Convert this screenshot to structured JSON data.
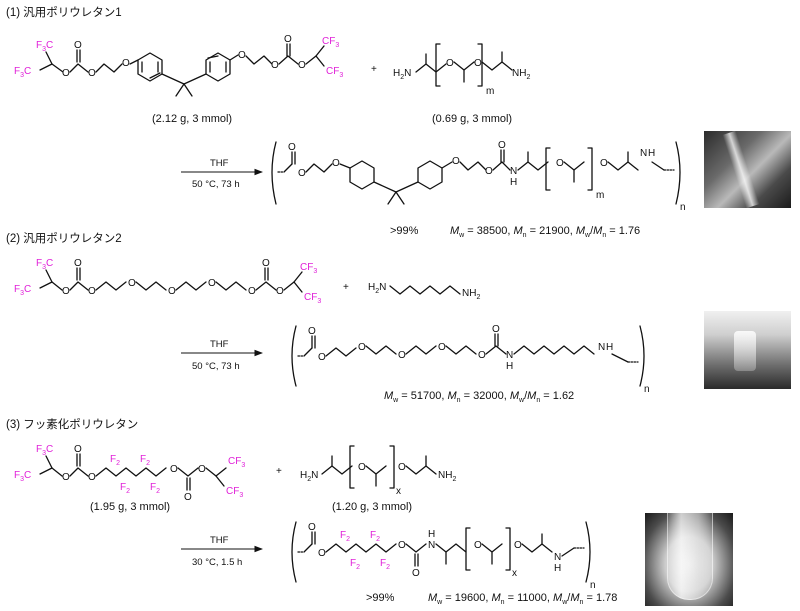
{
  "sections": [
    {
      "header": "(1) 汎用ポリウレタン1",
      "reactant1_mass": "(2.12 g, 3 mmol)",
      "reactant2_mass": "(0.69 g, 3 mmol)",
      "solvent": "THF",
      "conditions": "50 °C, 73 h",
      "yield": ">99%",
      "mw": "38500",
      "mn": "21900",
      "pdi": "1.76",
      "repeat_sub": "m",
      "polymer_sub": "n"
    },
    {
      "header": "(2) 汎用ポリウレタン2",
      "solvent": "THF",
      "conditions": "50 °C, 73 h",
      "mw": "51700",
      "mn": "32000",
      "pdi": "1.62",
      "polymer_sub": "n"
    },
    {
      "header": "(3) フッ素化ポリウレタン",
      "reactant1_mass": "(1.95 g, 3 mmol)",
      "reactant2_mass": "(1.20 g, 3 mmol)",
      "solvent": "THF",
      "conditions": "30 °C, 1.5 h",
      "yield": ">99%",
      "mw": "19600",
      "mn": "11000",
      "pdi": "1.78",
      "repeat_sub": "x",
      "polymer_sub": "n"
    }
  ],
  "atoms": {
    "F": "F",
    "F2": "F",
    "F3": "F",
    "O": "O",
    "N": "N",
    "H": "H",
    "plus": "+",
    "sub2": "2",
    "sub3": "3"
  },
  "formula": {
    "mw_label": "M",
    "mw_sub": "w",
    "mn_label": "M",
    "mn_sub": "n",
    "eq": " = ",
    "sep": ", "
  },
  "colors": {
    "fluorine": "#e020d8",
    "bond": "#111111"
  }
}
